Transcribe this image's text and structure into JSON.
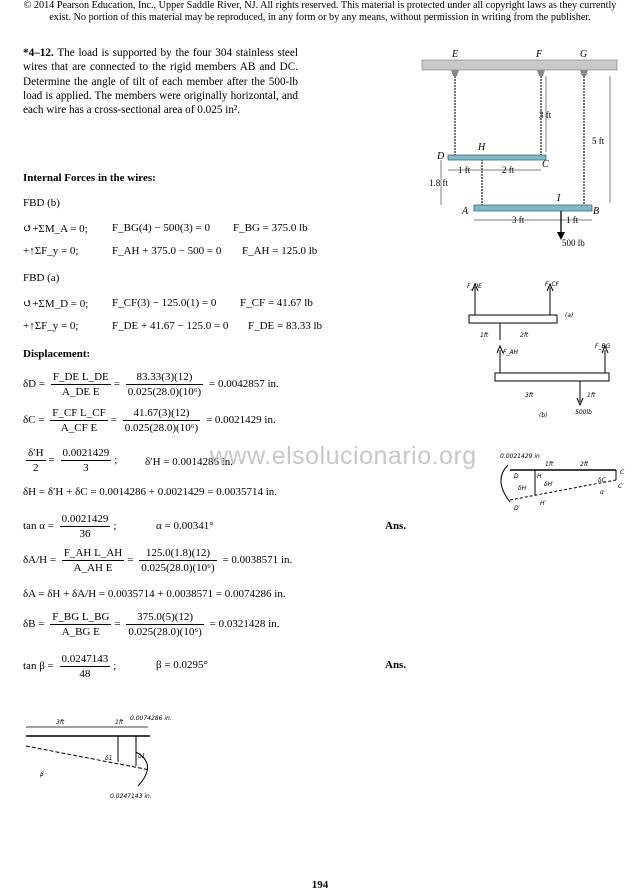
{
  "header": {
    "line1": "© 2014 Pearson Education, Inc., Upper Saddle River, NJ. All rights reserved. This material is protected under all copyright laws as they currently",
    "line2": "exist. No portion of this material may be reproduced, in any form or by any means, without permission in writing from the publisher."
  },
  "problem": {
    "number": "*4–12.",
    "text": "The load is supported by the four 304 stainless steel wires that are connected to the rigid members AB and DC. Determine the angle of tilt of each member after the 500-lb load is applied. The members were originally horizontal, and each wire has a cross-sectional area of 0.025 in²."
  },
  "sections": {
    "internal_forces": "Internal Forces in the wires:",
    "fbd_b": "FBD (b)",
    "fbd_a": "FBD (a)",
    "displacement": "Displacement:"
  },
  "equations": {
    "b_moment_lhs": "↺+ΣM_A = 0;",
    "b_moment_eq": "F_BG(4) − 500(3) = 0",
    "b_moment_res": "F_BG = 375.0 lb",
    "b_force_lhs": "+↑ΣF_y = 0;",
    "b_force_eq": "F_AH + 375.0 − 500 = 0",
    "b_force_res": "F_AH = 125.0 lb",
    "a_moment_lhs": "↺+ΣM_D = 0;",
    "a_moment_eq": "F_CF(3) − 125.0(1) = 0",
    "a_moment_res": "F_CF = 41.67 lb",
    "a_force_lhs": "+↑ΣF_y = 0;",
    "a_force_eq": "F_DE + 41.67 − 125.0 = 0",
    "a_force_res": "F_DE = 83.33 lb",
    "dD_lhs": "δD =",
    "dD_f1n": "F_DE L_DE",
    "dD_f1d": "A_DE E",
    "dD_f2n": "83.33(3)(12)",
    "dD_f2d": "0.025(28.0)(10⁶)",
    "dD_res": "= 0.0042857 in.",
    "dC_lhs": "δC =",
    "dC_f1n": "F_CF L_CF",
    "dC_f1d": "A_CF E",
    "dC_f2n": "41.67(3)(12)",
    "dC_f2d": "0.025(28.0)(10⁶)",
    "dC_res": "= 0.0021429 in.",
    "dH_f1n": "δ′H",
    "dH_f1d": "2",
    "dH_f2n": "0.0021429",
    "dH_f2d": "3",
    "dH_res": "δ′H = 0.0014286 in.",
    "dH_sum": "δH = δ′H + δC = 0.0014286 + 0.0021429 = 0.0035714 in.",
    "alpha_lhs": "tan α =",
    "alpha_n": "0.0021429",
    "alpha_d": "36",
    "alpha_res": "α = 0.00341°",
    "dAH_lhs": "δA/H =",
    "dAH_f1n": "F_AH L_AH",
    "dAH_f1d": "A_AH E",
    "dAH_f2n": "125.0(1.8)(12)",
    "dAH_f2d": "0.025(28.0)(10⁶)",
    "dAH_res": "= 0.0038571 in.",
    "dA_sum": "δA = δH + δA/H = 0.0035714 + 0.0038571 = 0.0074286 in.",
    "dB_lhs": "δB =",
    "dB_f1n": "F_BG L_BG",
    "dB_f1d": "A_BG E",
    "dB_f2n": "375.0(5)(12)",
    "dB_f2d": "0.025(28.0)(10⁶)",
    "dB_res": "= 0.0321428 in.",
    "beta_lhs": "tan β =",
    "beta_n": "0.0247143",
    "beta_d": "48",
    "beta_res": "β = 0.0295°",
    "ans": "Ans."
  },
  "figure": {
    "points": [
      "E",
      "F",
      "G",
      "H",
      "D",
      "C",
      "A",
      "I",
      "B"
    ],
    "dims": [
      "3 ft",
      "5 ft",
      "1 ft",
      "2 ft",
      "1.8 ft",
      "3 ft",
      "1 ft"
    ],
    "load": "500 lb"
  },
  "sketches": {
    "fbd_a_labels": [
      "F_DE",
      "F_CF",
      "1ft",
      "2ft",
      "(a)"
    ],
    "fbd_b_labels": [
      "F_AH",
      "F_BG",
      "3ft",
      "1ft",
      "(b)",
      "500lb"
    ],
    "tilt_a_labels": [
      "0.0021429 in",
      "1ft",
      "2ft",
      "D",
      "H",
      "C",
      "δH",
      "δH′",
      "δC",
      "C′",
      "D′",
      "H′",
      "α"
    ],
    "tilt_b_labels": [
      "3ft",
      "1ft",
      "0.0074286 in.",
      "δ1",
      "δ1",
      "β",
      "0.0247143 in."
    ]
  },
  "watermark": "www.elsolucionario.org",
  "page_number": "194"
}
